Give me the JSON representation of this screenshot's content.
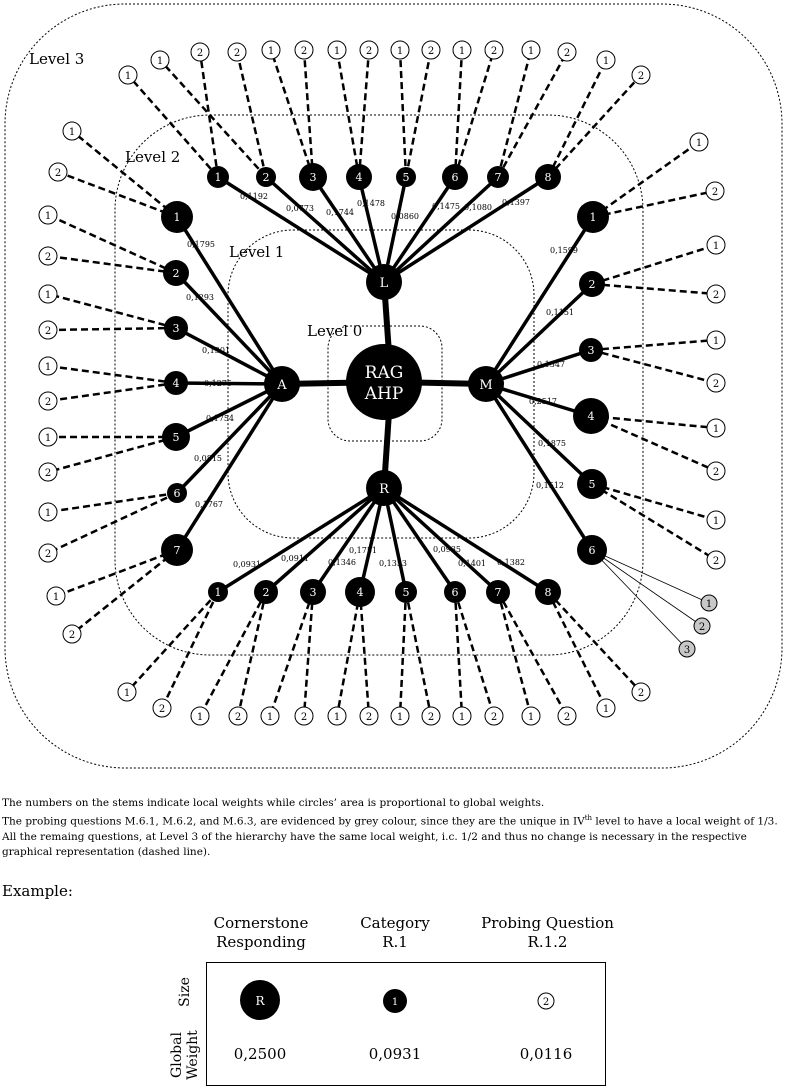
{
  "center": {
    "label_line1": "RAG",
    "label_line2": "AHP"
  },
  "level_labels": {
    "l0": "Level 0",
    "l1": "Level 1",
    "l2": "Level 2",
    "l3": "Level 3"
  },
  "cornerstones": {
    "L": "L",
    "A": "A",
    "M": "M",
    "R": "R"
  },
  "categories": {
    "L": [
      {
        "label": "1",
        "weight": "0,1192"
      },
      {
        "label": "2",
        "weight": "0,0773"
      },
      {
        "label": "3",
        "weight": "0,1744"
      },
      {
        "label": "4",
        "weight": "0,1478"
      },
      {
        "label": "5",
        "weight": "0,0860"
      },
      {
        "label": "6",
        "weight": "0,1475"
      },
      {
        "label": "7",
        "weight": "0,1080"
      },
      {
        "label": "8",
        "weight": "0,1397"
      }
    ],
    "A": [
      {
        "label": "1",
        "weight": "0,1795"
      },
      {
        "label": "2",
        "weight": "0,1293"
      },
      {
        "label": "3",
        "weight": "0,1301"
      },
      {
        "label": "4",
        "weight": "0,1275"
      },
      {
        "label": "5",
        "weight": "0,1754"
      },
      {
        "label": "6",
        "weight": "0,0815"
      },
      {
        "label": "7",
        "weight": "0,1767"
      }
    ],
    "M": [
      {
        "label": "1",
        "weight": "0,1599"
      },
      {
        "label": "2",
        "weight": "0,1151"
      },
      {
        "label": "3",
        "weight": "0,1347"
      },
      {
        "label": "4",
        "weight": "0,2517"
      },
      {
        "label": "5",
        "weight": "0,1875"
      },
      {
        "label": "6",
        "weight": "0,1512"
      }
    ],
    "R": [
      {
        "label": "1",
        "weight": "0,0931"
      },
      {
        "label": "2",
        "weight": "0,0911"
      },
      {
        "label": "3",
        "weight": "0,1346"
      },
      {
        "label": "4",
        "weight": "0,1751"
      },
      {
        "label": "5",
        "weight": "0,1353"
      },
      {
        "label": "6",
        "weight": "0,0935"
      },
      {
        "label": "7",
        "weight": "0,1401"
      },
      {
        "label": "8",
        "weight": "0,1382"
      }
    ]
  },
  "question_labels": [
    "1",
    "2"
  ],
  "grey_questions": [
    "1",
    "2",
    "3"
  ],
  "colors": {
    "node": "#000000",
    "grey_question": "#c8c8c8",
    "line": "#000000"
  },
  "notes": {
    "line1": "The numbers on the stems indicate local weights while circles’ area is proportional to global weights.",
    "line2": "The probing questions M.6.1, M.6.2, and M.6.3, are evidenced by grey colour, since they are the unique in IV",
    "line2_sup": "th",
    "line2_end": " level to have a local weight of 1/3.",
    "line3": "All the remaing questions, at Level 3 of the hierarchy have the same local weight, i.c. 1/2 and thus no change is necessary in the respective graphical representation (dashed line)."
  },
  "example": {
    "title": "Example:",
    "col1": {
      "line1": "Cornerstone",
      "line2": "Responding"
    },
    "col2": {
      "line1": "Category",
      "line2": "R.1"
    },
    "col3": {
      "line1": "Probing Question",
      "line2": "R.1.2"
    },
    "row_size": "Size",
    "row_weight_line1": "Global",
    "row_weight_line2": "Weight",
    "node_labels": {
      "cornerstone": "R",
      "category": "1",
      "question": "2"
    },
    "weights": {
      "cornerstone": "0,2500",
      "category": "0,0931",
      "question": "0,0116"
    }
  }
}
